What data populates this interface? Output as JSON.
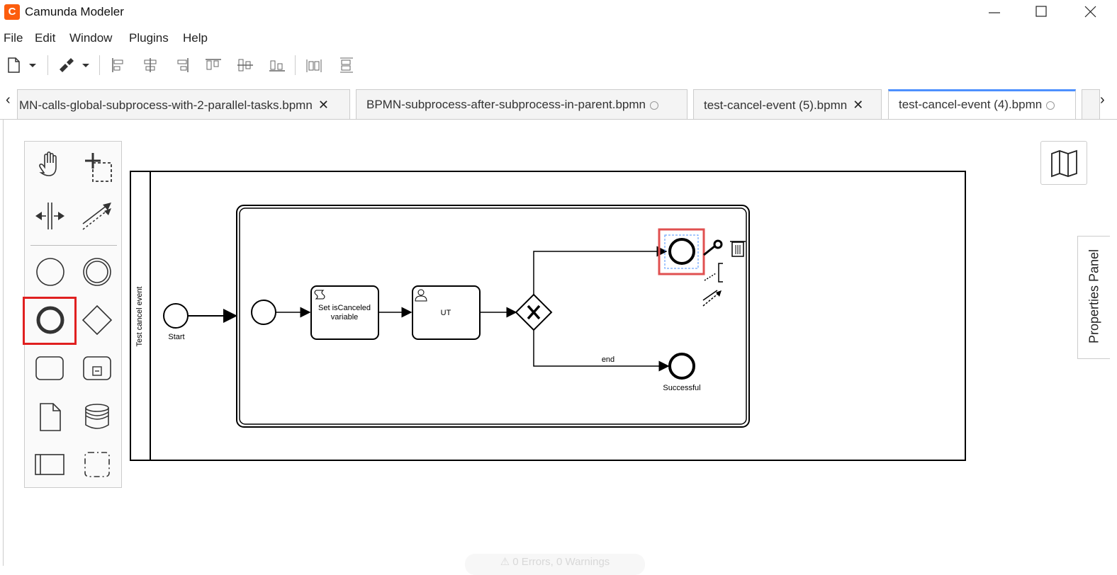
{
  "window": {
    "title": "Camunda Modeler",
    "logo_glyph": "C"
  },
  "menu": [
    "File",
    "Edit",
    "Window",
    "Plugins",
    "Help"
  ],
  "tabs": [
    {
      "label": "MN-calls-global-subprocess-with-2-parallel-tasks.bpmn",
      "state": "close"
    },
    {
      "label": "BPMN-subprocess-after-subprocess-in-parent.bpmn",
      "state": "unsaved-dot"
    },
    {
      "label": "test-cancel-event (5).bpmn",
      "state": "close"
    },
    {
      "label": "test-cancel-event (4).bpmn",
      "state": "unsaved-dot",
      "active": true
    }
  ],
  "tab_controls": {
    "close_glyph": "✕",
    "left_arrow": "‹",
    "right_arrow": "›"
  },
  "diagram": {
    "pool_label": "Test cancel event",
    "start_label": "Start",
    "script_task_label_1": "Set isCanceled",
    "script_task_label_2": "variable",
    "user_task_label": "UT",
    "flow_label": "end",
    "end_event_label": "Successful"
  },
  "properties_panel": {
    "label": "Properties Panel"
  },
  "status": {
    "text": "⚠ 0 Errors, 0 Warnings"
  },
  "colors": {
    "accent": "#4d90fe",
    "highlight": "#e02020",
    "brand": "#fc5d0d"
  }
}
